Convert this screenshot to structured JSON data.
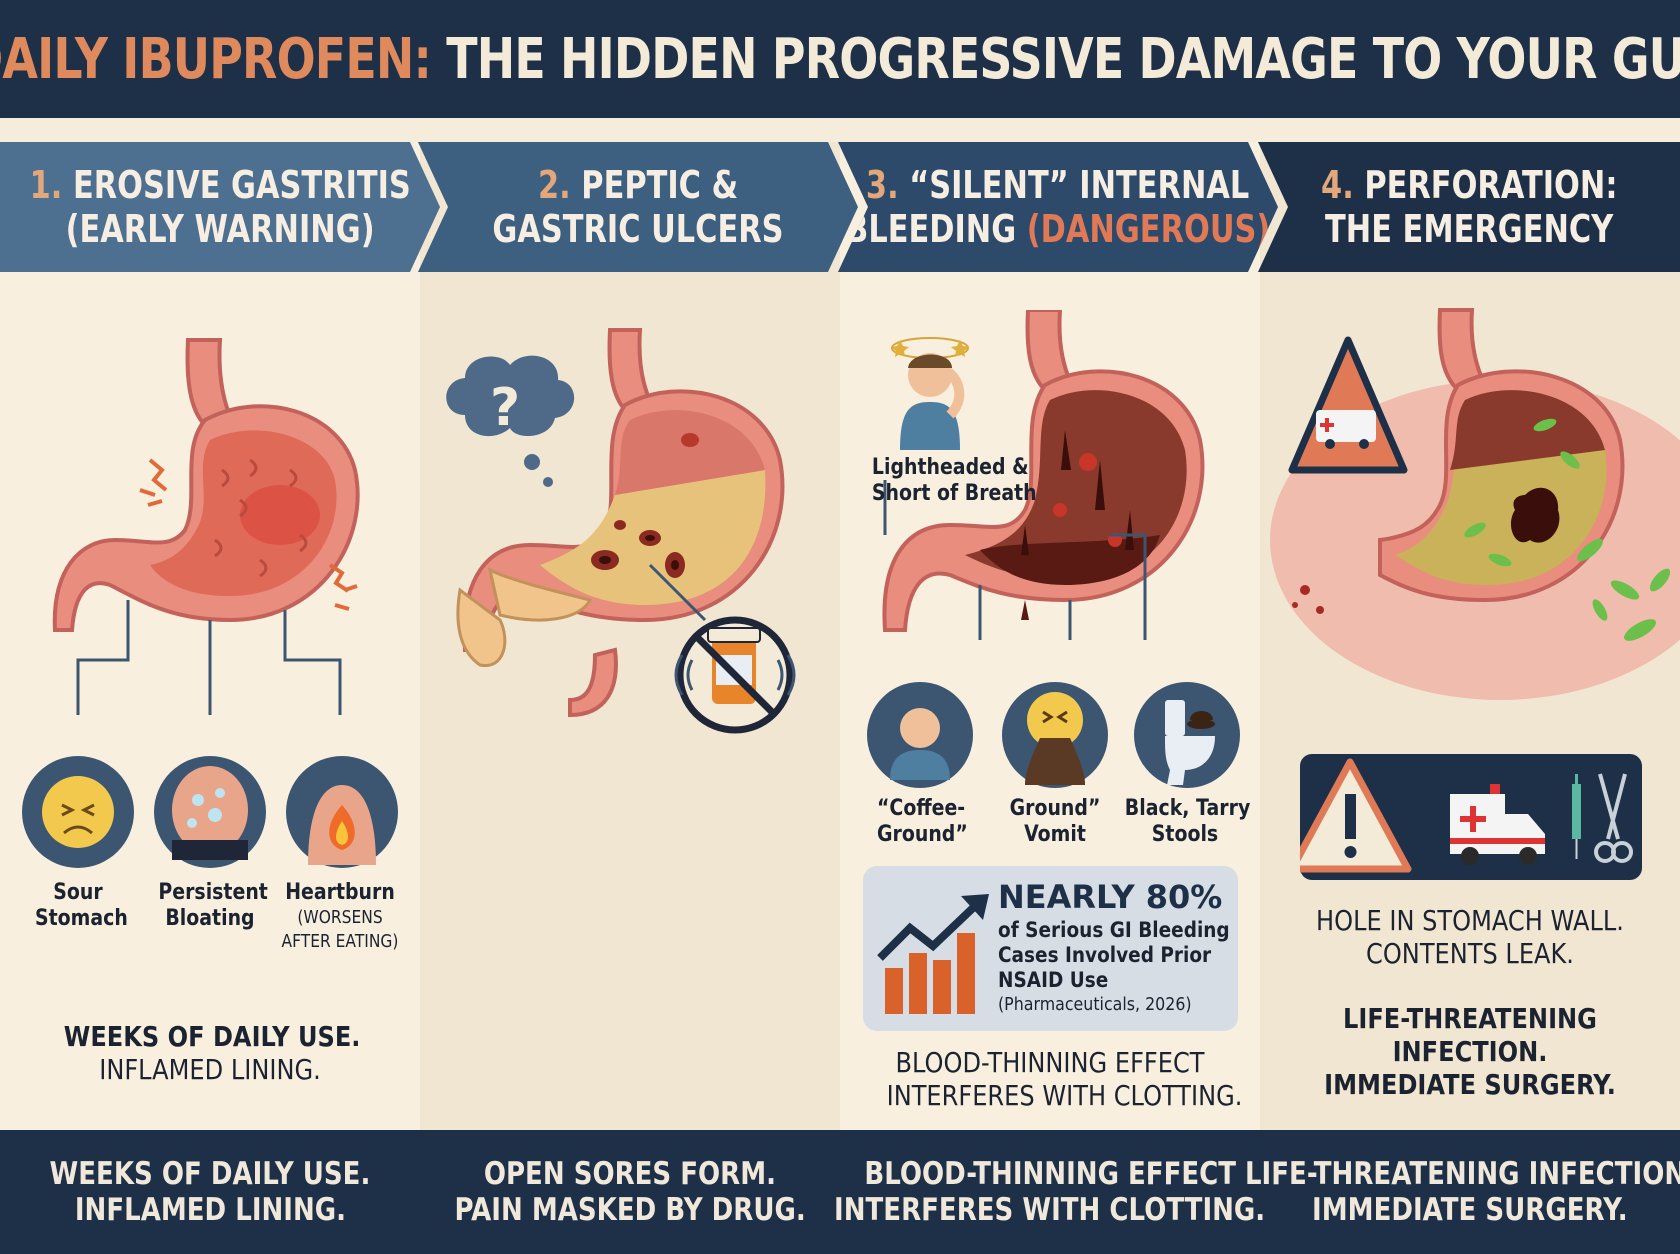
{
  "title": {
    "highlight": "DAILY IBUPROFEN:",
    "rest": "THE HIDDEN PROGRESSIVE DAMAGE TO YOUR GUT"
  },
  "colors": {
    "navy": "#1e3048",
    "accent_orange": "#de8a5c",
    "cream": "#f4ead8",
    "stomach_pink": "#e98d7e",
    "blood": "#6b1f1a"
  },
  "stages": [
    {
      "number": "1.",
      "line1": "EROSIVE GASTRITIS",
      "line2": "(EARLY WARNING)",
      "symptoms": [
        {
          "label_l1": "Sour",
          "label_l2": "Stomach",
          "icon": "distressed-face-icon"
        },
        {
          "label_l1": "Persistent",
          "label_l2": "Bloating",
          "icon": "bloated-belly-icon"
        },
        {
          "label_l1": "Heartburn",
          "label_l2": "(WORSENS",
          "label_l3": "AFTER EATING)",
          "icon": "chest-fire-icon"
        }
      ],
      "note_l1": "WEEKS OF DAILY USE.",
      "note_l2": "INFLAMED LINING."
    },
    {
      "number": "2.",
      "line1": "PEPTIC &",
      "line2": "GASTRIC ULCERS",
      "icons": [
        "question-thought-bubble-icon",
        "no-pill-bottle-icon"
      ]
    },
    {
      "number": "3.",
      "line1_rest": "“SILENT” INTERNAL",
      "line2_a": "BLEEDING",
      "line2_b": "(DANGEROUS)",
      "callout_l1": "Lightheaded &",
      "callout_l2": "Short of Breath",
      "symptoms": [
        {
          "label_l1": "“Coffee-",
          "label_l2": "Ground”",
          "icon": "dizzy-person-icon"
        },
        {
          "label_l1": "Ground”",
          "label_l2": "Vomit",
          "icon": "vomit-face-icon"
        },
        {
          "label_l1": "Black, Tarry",
          "label_l2": "Stools",
          "icon": "toilet-icon"
        }
      ],
      "stat": {
        "headline": "NEARLY 80%",
        "desc_l1": "of Serious GI Bleeding",
        "desc_l2": "Cases Involved Prior",
        "desc_l3": "NSAID Use",
        "citation": "(Pharmaceuticals, 2026)"
      },
      "note_l1": "BLOOD-THINNING EFFECT",
      "note_l2": "INTERFERES WITH CLOTTING."
    },
    {
      "number": "4.",
      "line1": "PERFORATION:",
      "line2": "THE EMERGENCY",
      "note_a_l1": "HOLE IN STOMACH WALL.",
      "note_a_l2": "CONTENTS LEAK.",
      "note_b_l1": "LIFE-THREATENING",
      "note_b_l2": "INFECTION.",
      "note_b_l3": "IMMEDIATE SURGERY."
    }
  ],
  "footer": [
    {
      "l1": "WEEKS OF DAILY USE.",
      "l2": "INFLAMED LINING."
    },
    {
      "l1": "OPEN SORES FORM.",
      "l2": "PAIN MASKED BY DRUG."
    },
    {
      "l1": "BLOOD-THINNING EFFECT",
      "l2": "INTERFERES WITH CLOTTING."
    },
    {
      "l1": "LIFE-THREATENING INFECTION.",
      "l2": "IMMEDIATE SURGERY."
    }
  ]
}
